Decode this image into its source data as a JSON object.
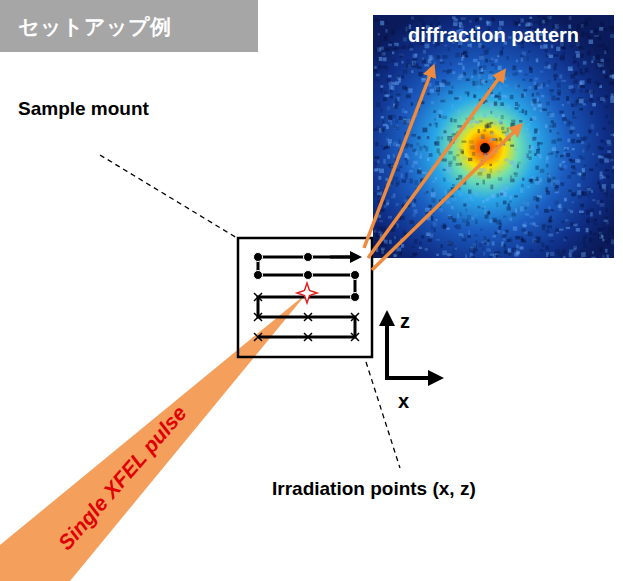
{
  "diagram": {
    "nodes": [
      {
        "text": [
          "セットアップ例"
        ]
      },
      {
        "text": [
          "diffraction pattern"
        ]
      }
    ],
    "labels": [
      "Sample mount",
      "z",
      "x",
      "Irradiation points (x, z)",
      "Single XFEL pulse"
    ]
  }
}
